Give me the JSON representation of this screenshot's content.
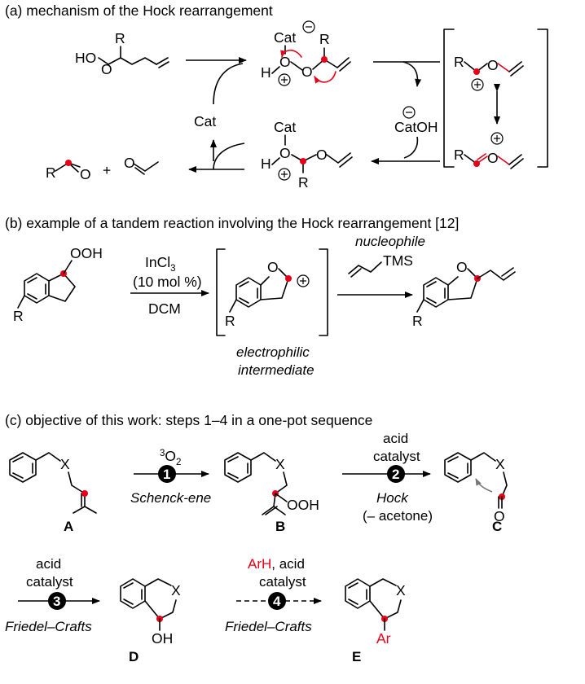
{
  "panels": {
    "a": {
      "title": "(a) mechanism of the Hock rearrangement",
      "cat": "Cat",
      "catoh": "CatOH",
      "atoms": {
        "R": "R",
        "H": "H",
        "O": "O",
        "HO": "HO",
        "plus": "+"
      }
    },
    "b": {
      "title": "(b) example of a tandem reaction involving the Hock rearrangement [12]",
      "reagent_line1": "InCl",
      "reagent_sub": "3",
      "reagent_line2": "(10 mol %)",
      "solvent": "DCM",
      "nucleophile": "nucleophile",
      "tms": "TMS",
      "ooh": "OOH",
      "intermediate_line1": "electrophilic",
      "intermediate_line2": "intermediate"
    },
    "c": {
      "title": "(c) objective of this work: steps 1–4 in a one-pot sequence",
      "step1_reagent_sup": "3",
      "step1_reagent": "O",
      "step1_reagent_sub": "2",
      "step1_num": "1",
      "step1_name": "Schenck-ene",
      "step2_line1": "acid",
      "step2_line2": "catalyst",
      "step2_num": "2",
      "step2_name": "Hock",
      "step2_note": "(– acetone)",
      "step3_line1": "acid",
      "step3_line2": "catalyst",
      "step3_num": "3",
      "step3_name": "Friedel–Crafts",
      "step4_arh": "ArH",
      "step4_line1": ", acid",
      "step4_line2": "catalyst",
      "step4_num": "4",
      "step4_name": "Friedel–Crafts",
      "compounds": [
        "A",
        "B",
        "C",
        "D",
        "E"
      ],
      "x": "X",
      "ooh": "OOH",
      "oh": "OH",
      "ar": "Ar"
    }
  },
  "colors": {
    "highlight": "#e6001a",
    "text": "#000000",
    "step_circle": "#000000"
  }
}
